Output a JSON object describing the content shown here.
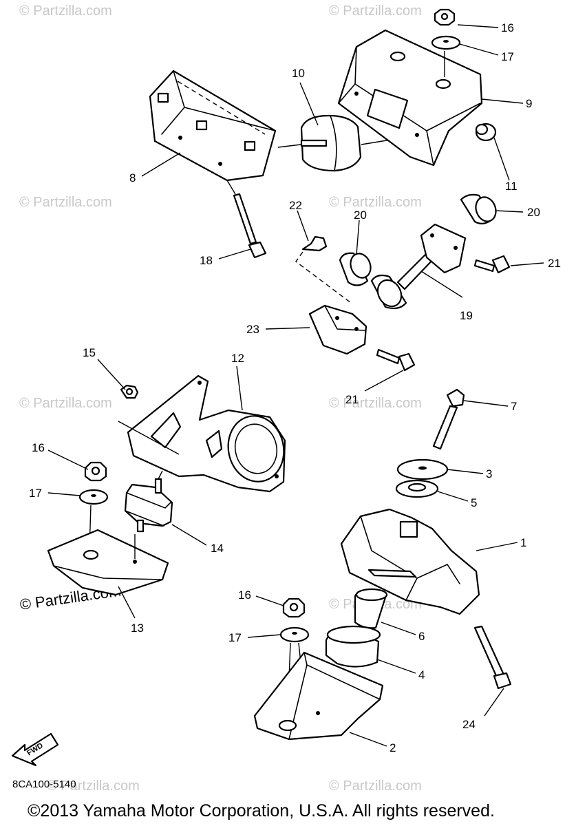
{
  "watermark": "© Partzilla.com",
  "watermark_large": "© Partzilla.com",
  "diagram_code": "8CA100-5140",
  "copyright": "©2013 Yamaha Motor Corporation, U.S.A. All rights reserved.",
  "fwd_label": "FWD",
  "callouts": [
    "1",
    "2",
    "3",
    "4",
    "5",
    "6",
    "7",
    "8",
    "9",
    "10",
    "11",
    "12",
    "13",
    "14",
    "15",
    "16",
    "16",
    "16",
    "17",
    "17",
    "17",
    "18",
    "19",
    "20",
    "20",
    "21",
    "21",
    "22",
    "23",
    "24"
  ]
}
